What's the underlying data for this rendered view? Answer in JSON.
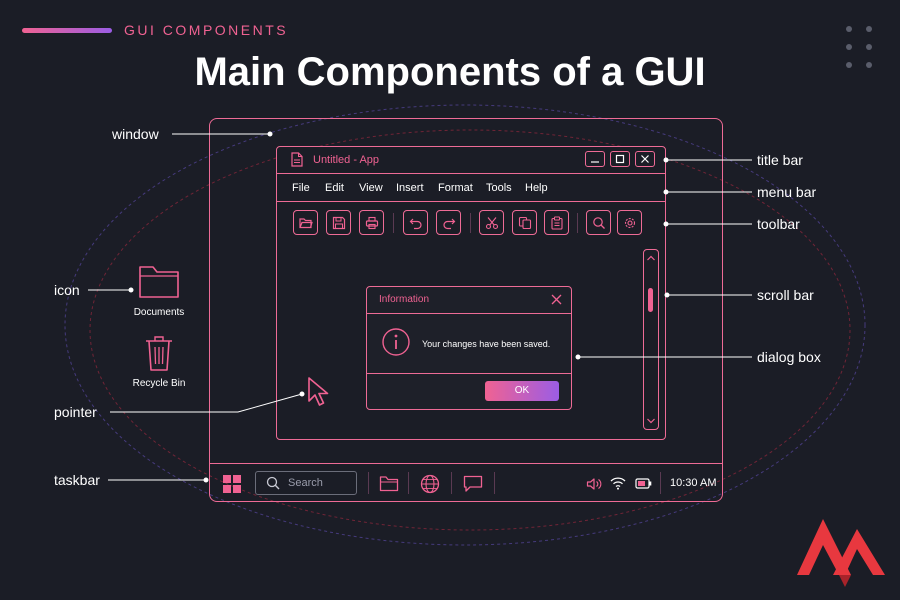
{
  "header": {
    "eyebrow": "GUI COMPONENTS",
    "title": "Main Components of a GUI"
  },
  "callouts": {
    "window": "window",
    "title_bar": "title bar",
    "menu_bar": "menu bar",
    "toolbar": "toolbar",
    "icon": "icon",
    "scroll_bar": "scroll bar",
    "dialog_box": "dialog box",
    "pointer": "pointer",
    "taskbar": "taskbar"
  },
  "app": {
    "title": "Untitled - App",
    "menu": [
      "File",
      "Edit",
      "View",
      "Insert",
      "Format",
      "Tools",
      "Help"
    ],
    "toolbar_icons": [
      "folder-open-icon",
      "save-icon",
      "print-icon",
      "undo-icon",
      "redo-icon",
      "cut-icon",
      "copy-icon",
      "paste-icon",
      "search-icon",
      "settings-icon"
    ]
  },
  "dialog": {
    "title": "Information",
    "message": "Your changes have been saved.",
    "ok_label": "OK"
  },
  "desktop": {
    "icons": [
      {
        "label": "Documents",
        "icon": "folder-icon"
      },
      {
        "label": "Recycle Bin",
        "icon": "trash-icon"
      }
    ]
  },
  "taskbar": {
    "search_placeholder": "Search",
    "time": "10:30 AM",
    "pinned_icons": [
      "folder-icon",
      "globe-icon",
      "chat-icon"
    ],
    "tray_icons": [
      "volume-icon",
      "wifi-icon",
      "battery-icon"
    ]
  },
  "colors": {
    "accent": "#ee6b96",
    "accent_alt": "#9b5de5",
    "background": "#1b1d26",
    "logo": "#e8383f"
  }
}
